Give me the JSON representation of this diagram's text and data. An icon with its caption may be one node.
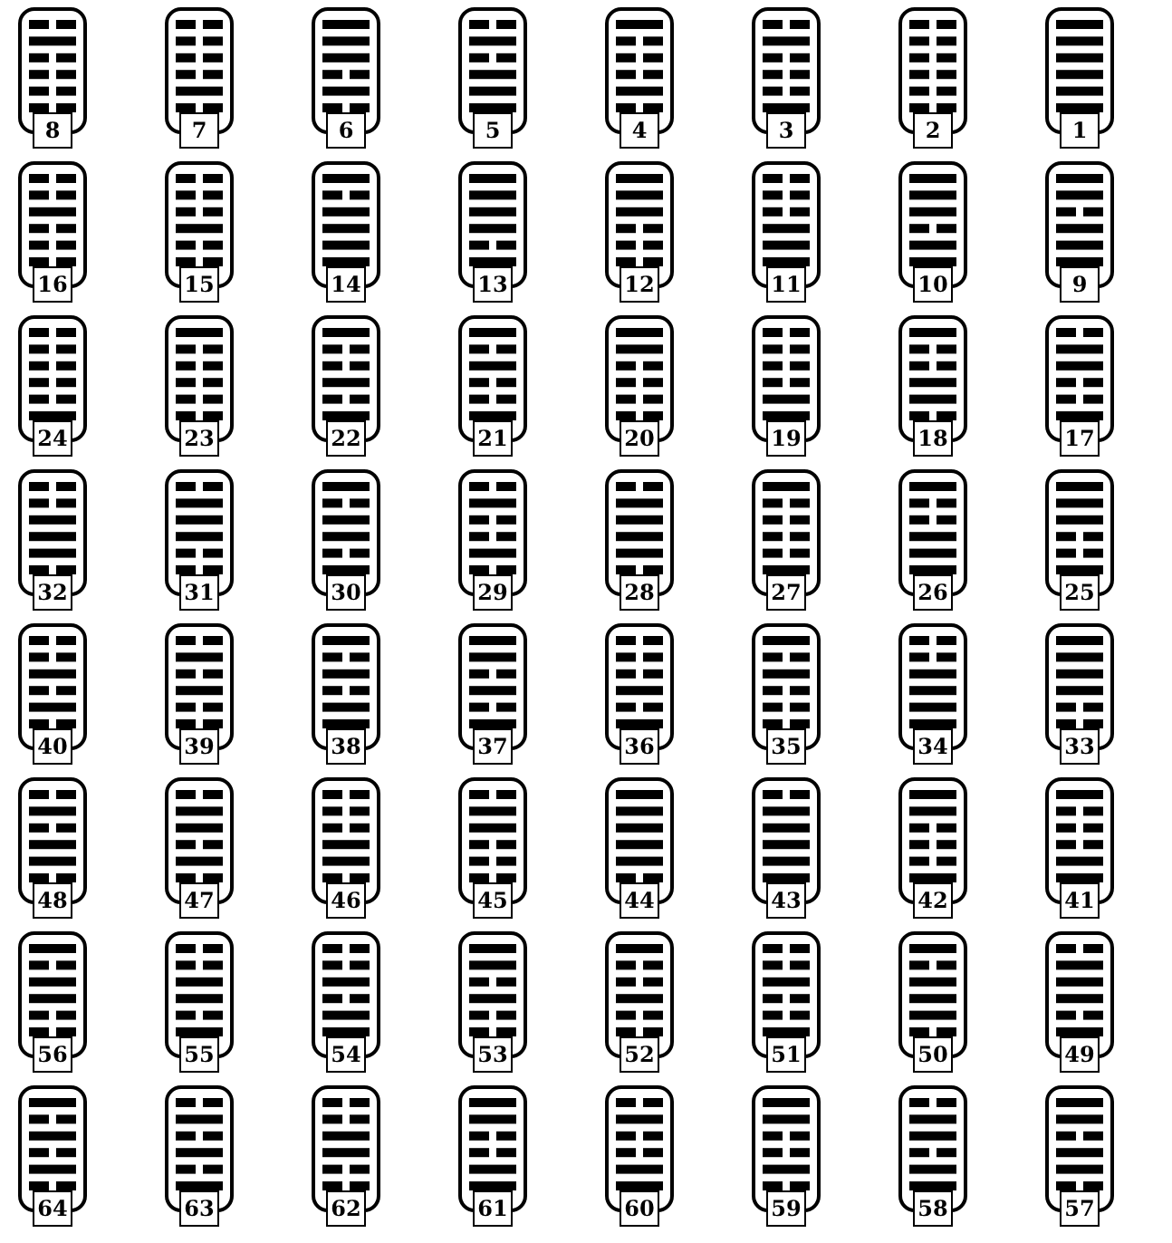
{
  "diagram": {
    "nodes": [
      {
        "text": [
          "8"
        ]
      },
      {
        "text": [
          "7"
        ]
      },
      {
        "text": [
          "6"
        ]
      },
      {
        "text": [
          "5"
        ]
      },
      {
        "text": [
          "4"
        ]
      },
      {
        "text": [
          "3"
        ]
      },
      {
        "text": [
          "2"
        ]
      },
      {
        "text": [
          "1"
        ]
      },
      {
        "text": [
          "16"
        ]
      },
      {
        "text": [
          "15"
        ]
      },
      {
        "text": [
          "14"
        ]
      },
      {
        "text": [
          "13"
        ]
      },
      {
        "text": [
          "12"
        ]
      },
      {
        "text": [
          "11"
        ]
      },
      {
        "text": [
          "10"
        ]
      },
      {
        "text": [
          "9"
        ]
      },
      {
        "text": [
          "24"
        ]
      },
      {
        "text": [
          "23"
        ]
      },
      {
        "text": [
          "22"
        ]
      },
      {
        "text": [
          "21"
        ]
      },
      {
        "text": [
          "20"
        ]
      },
      {
        "text": [
          "19"
        ]
      },
      {
        "text": [
          "18"
        ]
      },
      {
        "text": [
          "17"
        ]
      },
      {
        "text": [
          "32"
        ]
      },
      {
        "text": [
          "31"
        ]
      },
      {
        "text": [
          "30"
        ]
      },
      {
        "text": [
          "29"
        ]
      },
      {
        "text": [
          "28"
        ]
      },
      {
        "text": [
          "27"
        ]
      },
      {
        "text": [
          "26"
        ]
      },
      {
        "text": [
          "25"
        ]
      },
      {
        "text": [
          "40"
        ]
      },
      {
        "text": [
          "39"
        ]
      },
      {
        "text": [
          "38"
        ]
      },
      {
        "text": [
          "37"
        ]
      },
      {
        "text": [
          "36"
        ]
      },
      {
        "text": [
          "35"
        ]
      },
      {
        "text": [
          "34"
        ]
      },
      {
        "text": [
          "33"
        ]
      },
      {
        "text": [
          "48"
        ]
      },
      {
        "text": [
          "47"
        ]
      },
      {
        "text": [
          "46"
        ]
      },
      {
        "text": [
          "45"
        ]
      },
      {
        "text": [
          "44"
        ]
      },
      {
        "text": [
          "43"
        ]
      },
      {
        "text": [
          "42"
        ]
      },
      {
        "text": [
          "41"
        ]
      },
      {
        "text": [
          "56"
        ]
      },
      {
        "text": [
          "55"
        ]
      },
      {
        "text": [
          "54"
        ]
      },
      {
        "text": [
          "53"
        ]
      },
      {
        "text": [
          "52"
        ]
      },
      {
        "text": [
          "51"
        ]
      },
      {
        "text": [
          "50"
        ]
      },
      {
        "text": [
          "49"
        ]
      },
      {
        "text": [
          "64"
        ]
      },
      {
        "text": [
          "63"
        ]
      },
      {
        "text": [
          "62"
        ]
      },
      {
        "text": [
          "61"
        ]
      },
      {
        "text": [
          "60"
        ]
      },
      {
        "text": [
          "59"
        ]
      },
      {
        "text": [
          "58"
        ]
      },
      {
        "text": [
          "57"
        ]
      }
    ]
  }
}
